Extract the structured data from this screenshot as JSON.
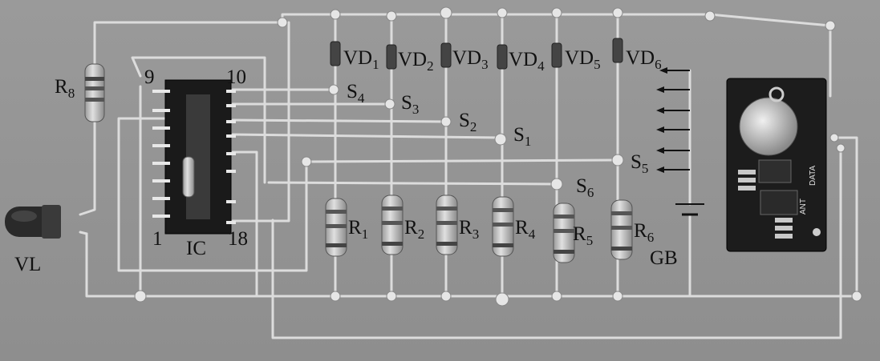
{
  "labels": {
    "r8": {
      "main": "R",
      "sub": "8"
    },
    "vl": "VL",
    "ic": "IC",
    "pin9": "9",
    "pin10": "10",
    "pin1": "1",
    "pin18": "18",
    "gb": "GB",
    "s1": {
      "main": "S",
      "sub": "1"
    },
    "s2": {
      "main": "S",
      "sub": "2"
    },
    "s3": {
      "main": "S",
      "sub": "3"
    },
    "s4": {
      "main": "S",
      "sub": "4"
    },
    "s5": {
      "main": "S",
      "sub": "5"
    },
    "s6": {
      "main": "S",
      "sub": "6"
    },
    "vd1": {
      "main": "VD",
      "sub": "1"
    },
    "vd2": {
      "main": "VD",
      "sub": "2"
    },
    "vd3": {
      "main": "VD",
      "sub": "3"
    },
    "vd4": {
      "main": "VD",
      "sub": "4"
    },
    "vd5": {
      "main": "VD",
      "sub": "5"
    },
    "vd6": {
      "main": "VD",
      "sub": "6"
    },
    "r1": {
      "main": "R",
      "sub": "1"
    },
    "r2": {
      "main": "R",
      "sub": "2"
    },
    "r3": {
      "main": "R",
      "sub": "3"
    },
    "r4": {
      "main": "R",
      "sub": "4"
    },
    "r5": {
      "main": "R",
      "sub": "5"
    },
    "r6": {
      "main": "R",
      "sub": "6"
    }
  },
  "module": {
    "ant": "ANT",
    "data": "DATA"
  }
}
